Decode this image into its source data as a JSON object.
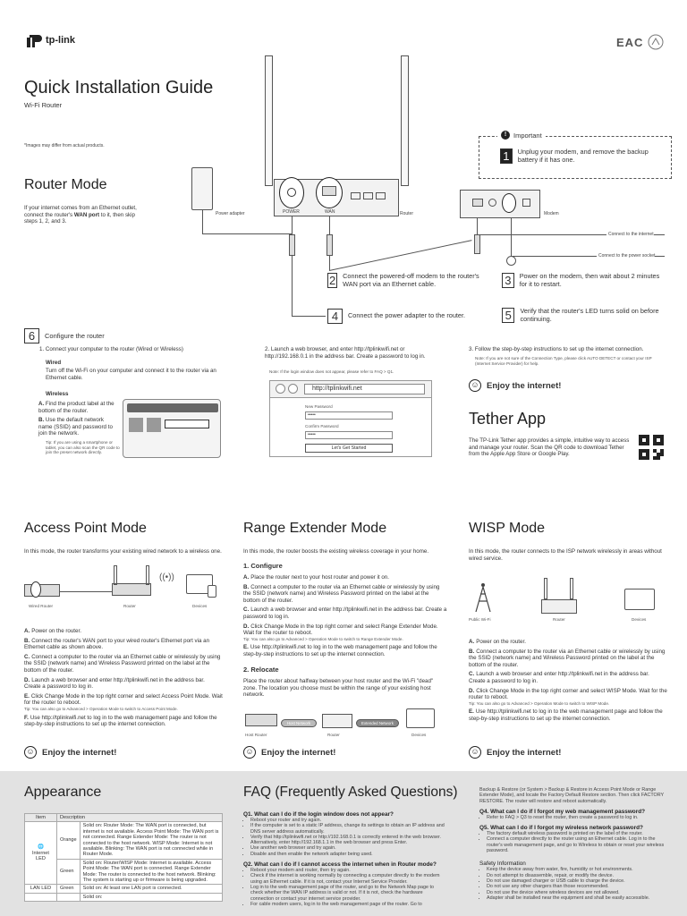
{
  "brand": {
    "name": "tp-link",
    "cert": "EAC"
  },
  "header": {
    "title": "Quick Installation Guide",
    "subtitle": "Wi-Fi Router",
    "note": "*Images may differ from actual products."
  },
  "router_mode": {
    "title": "Router Mode",
    "intro_pre": "If your internet comes from an Ethernet outlet, connect the router's ",
    "intro_bold": "WAN port",
    "intro_post": " to it, then skip steps 1, 2, and 3.",
    "labels": {
      "power_adapter": "Power adapter",
      "router": "Router",
      "modem": "Modem",
      "power_port": "POWER",
      "wan_port": "WAN",
      "internet": "Connect to the internet",
      "power_socket": "Connect to the power socket"
    },
    "important": "Important",
    "steps": [
      {
        "n": "1",
        "text": "Unplug your modem, and remove the backup battery if it has one."
      },
      {
        "n": "2",
        "text": "Connect the powered-off modem to the router's WAN port via an Ethernet cable."
      },
      {
        "n": "3",
        "text": "Power on the modem, then wait about 2 minutes for it to restart."
      },
      {
        "n": "4",
        "text": "Connect the power adapter to the router."
      },
      {
        "n": "5",
        "text": "Verify that the router's LED turns solid on before continuing."
      }
    ]
  },
  "configure": {
    "n": "6",
    "title": "Configure the router",
    "s1": "1. Connect your computer to the router (Wired or Wireless)",
    "wired_h": "Wired",
    "wired": "Turn off the Wi-Fi on your computer and connect it to the router via an Ethernet cable.",
    "wireless_h": "Wireless",
    "wa": "Find the product label at the bottom of the router.",
    "wb": "Use the default network name (SSID) and password to join the network.",
    "tip": "Tip: If you are using a smartphone or tablet, you can also scan the QR code to join the preset network directly.",
    "s2": "2. Launch a web browser, and enter http://tplinkwifi.net or http://192.168.0.1 in the address bar. Create a password to log in.",
    "note2": "Note: If the login window does not appear, please refer to FAQ > Q1.",
    "url": "http://tplinkwifi.net",
    "new_pw": "New Password",
    "confirm_pw": "Confirm Password",
    "pw_mask": "•••••",
    "start": "Let's Get Started",
    "s3": "3. Follow the step-by-step instructions to set up the internet connection.",
    "note3": "Note: If you are not sure of the Connection Type, please click AUTO DETECT or contact your ISP (Internet Service Provider) for help.",
    "enjoy": "Enjoy the internet!"
  },
  "tether": {
    "title": "Tether App",
    "text": "The TP-Link Tether app provides a simple, intuitive way to access and manage your router. Scan the QR code to download Tether from the Apple App Store or Google Play."
  },
  "ap_mode": {
    "title": "Access Point Mode",
    "intro": "In this mode, the router transforms your existing wired network to a wireless one.",
    "labels": [
      "Wired Router",
      "Router",
      "Devices"
    ],
    "steps": [
      {
        "l": "A.",
        "t": "Power on the router."
      },
      {
        "l": "B.",
        "t": "Connect the router's WAN port to your wired router's Ethernet port via an Ethernet cable as shown above."
      },
      {
        "l": "C.",
        "t": "Connect a computer to the router via an Ethernet cable or wirelessly by using the SSID (network name) and Wireless Password printed on the label at the bottom of the router."
      },
      {
        "l": "D.",
        "t": "Launch a web browser and enter http://tplinkwifi.net in the address bar. Create a password to log in."
      },
      {
        "l": "E.",
        "t": "Click Change Mode in the top right corner and select Access Point Mode. Wait for the router to reboot."
      },
      {
        "l": "F.",
        "t": "Use http://tplinkwifi.net to log in to the web management page and follow the step-by-step instructions to set up the internet connection."
      }
    ],
    "tip": "Tip: You can also go to Advanced > Operation Mode to switch to Access Point Mode.",
    "enjoy": "Enjoy the internet!"
  },
  "re_mode": {
    "title": "Range Extender Mode",
    "intro": "In this mode, the router boosts the existing wireless coverage in your home.",
    "h1": "1. Configure",
    "steps": [
      {
        "l": "A.",
        "t": "Place the router next to your host router and power it on."
      },
      {
        "l": "B.",
        "t": "Connect a computer to the router via an Ethernet cable or wirelessly by using the SSID (network name) and Wireless Password printed on the label at the bottom of the router."
      },
      {
        "l": "C.",
        "t": "Launch a web browser and enter http://tplinkwifi.net in the address bar. Create a password to log in."
      },
      {
        "l": "D.",
        "t": "Click Change Mode in the top right corner and select Range Extender Mode. Wait for the router to reboot."
      },
      {
        "l": "E.",
        "t": "Use http://tplinkwifi.net to log in to the web management page and follow the step-by-step instructions to set up the internet connection."
      }
    ],
    "tip": "Tip: You can also go to Advanced > Operation Mode to switch to Range Extender Mode.",
    "h2": "2. Relocate",
    "relocate": "Place the router about halfway between your host router and the Wi-Fi \"dead\" zone. The location you choose must be within the range of your existing host network.",
    "labels": [
      "Host Router",
      "Router",
      "Devices"
    ],
    "bubble1": "Host Network",
    "bubble2": "Extended Network",
    "enjoy": "Enjoy the internet!"
  },
  "wisp_mode": {
    "title": "WISP Mode",
    "intro": "In this mode, the router connects to the ISP network wirelessly in areas without wired service.",
    "labels": [
      "Public Wi-Fi",
      "Router",
      "Devices"
    ],
    "steps": [
      {
        "l": "A.",
        "t": "Power on the router."
      },
      {
        "l": "B.",
        "t": "Connect a computer to the router via an Ethernet cable or wirelessly by using the SSID (network name) and Wireless Password printed on the label at the bottom of the router."
      },
      {
        "l": "C.",
        "t": "Launch a web browser and enter http://tplinkwifi.net in the address bar. Create a password to log in."
      },
      {
        "l": "D.",
        "t": "Click Change Mode in the top right corner and select WISP Mode. Wait for the router to reboot."
      },
      {
        "l": "E.",
        "t": "Use http://tplinkwifi.net to log in to the web management page and follow the step-by-step instructions to set up the internet connection."
      }
    ],
    "tip": "Tip: You can also go to Advanced > Operation Mode to switch to WISP Mode.",
    "enjoy": "Enjoy the internet!"
  },
  "appearance": {
    "title": "Appearance",
    "th_item": "Item",
    "th_desc": "Description",
    "internet_led": "Internet LED",
    "orange": "Orange",
    "green": "Green",
    "orange_desc": "Solid on: Router Mode: The WAN port is connected, but internet is not available. Access Point Mode: The WAN port is not connected. Range Extender Mode: The router is not connected to the host network. WISP Mode: Internet is not available. Blinking: The WAN port is not connected while in Router Mode.",
    "green_desc": "Solid on: Router/WISP Mode: Internet is available. Access Point Mode: The WAN port is connected. Range Extender Mode: The router is connected to the host network. Blinking: The system is starting up or firmware is being upgraded.",
    "lan_led": "LAN LED",
    "lan_desc": "Solid on: At least one LAN port is connected.",
    "last_desc": "Solid on:"
  },
  "faq": {
    "title": "FAQ",
    "title_sub": "(Frequently Asked Questions)",
    "q1": "Q1. What can I do if the login window does not appear?",
    "q1a": [
      "Reboot your router and try again.",
      "If the computer is set to a static IP address, change its settings to obtain an IP address and DNS server address automatically.",
      "Verify that http://tplinkwifi.net or http://192.168.0.1 is correctly entered in the web browser. Alternatively, enter http://192.168.1.1 in the web browser and press Enter.",
      "Use another web browser and try again.",
      "Disable and then enable the network adapter being used."
    ],
    "q2": "Q2. What can I do if I cannot access the internet when in Router mode?",
    "q2a": [
      "Reboot your modem and router, then try again.",
      "Check if the internet is working normally by connecting a computer directly to the modem using an Ethernet cable. If it is not, contact your Internet Service Provider.",
      "Log in to the web management page of the router, and go to the Network Map page to check whether the WAN IP address is valid or not. If it is not, check the hardware connection or contact your internet service provider.",
      "For cable modem users, log in to the web management page of the router. Go to"
    ],
    "cont": "Backup & Restore (or System > Backup & Restore in Access Point Mode or Range Extender Mode), and locate the Factory Default Restore section. Then click FACTORY RESTORE. The router will restore and reboot automatically.",
    "q4": "Q4. What can I do if I forgot my web management password?",
    "q4a": [
      "Refer to FAQ > Q3 to reset the router, then create a password to log in."
    ],
    "q5": "Q5. What can I do if I forgot my wireless network password?",
    "q5a": [
      "The factory default wireless password is printed on the label of the router.",
      "Connect a computer directly to the router using an Ethernet cable. Log in to the router's web management page, and go to Wireless to obtain or reset your wireless password."
    ],
    "safety_h": "Safety Information",
    "safety": [
      "Keep the device away from water, fire, humidity or hot environments.",
      "Do not attempt to disassemble, repair, or modify the device.",
      "Do not use damaged charger or USB cable to charge the device.",
      "Do not use any other chargers than those recommended.",
      "Do not use the device where wireless devices are not allowed.",
      "Adapter shall be installed near the equipment and shall be easily accessible."
    ]
  }
}
